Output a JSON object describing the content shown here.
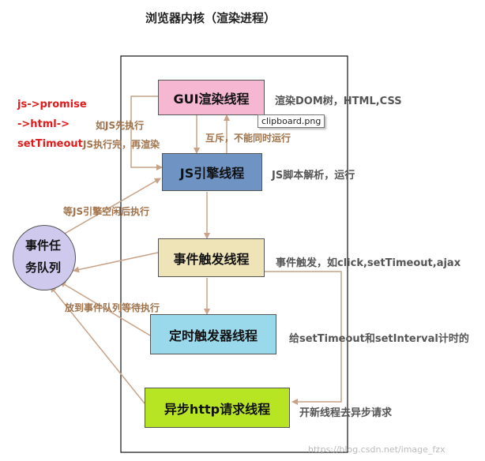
{
  "title": "浏览器内核（渲染进程）",
  "left_notes": {
    "line1": "js->promise",
    "line2": "->html->",
    "line3": "setTimeout"
  },
  "threads": {
    "gui": "GUI渲染线程",
    "js": "JS引擎线程",
    "event": "事件触发线程",
    "timer": "定时触发器线程",
    "http": "异步http请求线程"
  },
  "descriptions": {
    "gui": "渲染DOM树，HTML,CSS",
    "js": "JS脚本解析，运行",
    "event": "事件触发，如click,setTimeout,ajax",
    "timer": "给setTimeout和setInterval计时的",
    "http": "开新线程去异步请求"
  },
  "annotations": {
    "js_first": "如JS先执行",
    "js_done": "JS执行完，再渲染",
    "mutex": "互斥，不能同时运行",
    "wait_idle": "等JS引擎空闲后执行",
    "to_queue": "放到事件队列等待执行"
  },
  "queue": {
    "line1": "事件任",
    "line2": "务队列"
  },
  "tooltip": "clipboard.png",
  "watermark": "https://blog.csdn.net/image_fzx",
  "colors": {
    "gui": "#f6b7d2",
    "js": "#6f93c3",
    "event": "#efe4b8",
    "timer": "#9ad8ec",
    "http": "#b7e524",
    "queue": "#cfc9ee",
    "red_text": "#e11b1b",
    "brown_text": "#a0724a",
    "arrow": "#c8a287"
  }
}
